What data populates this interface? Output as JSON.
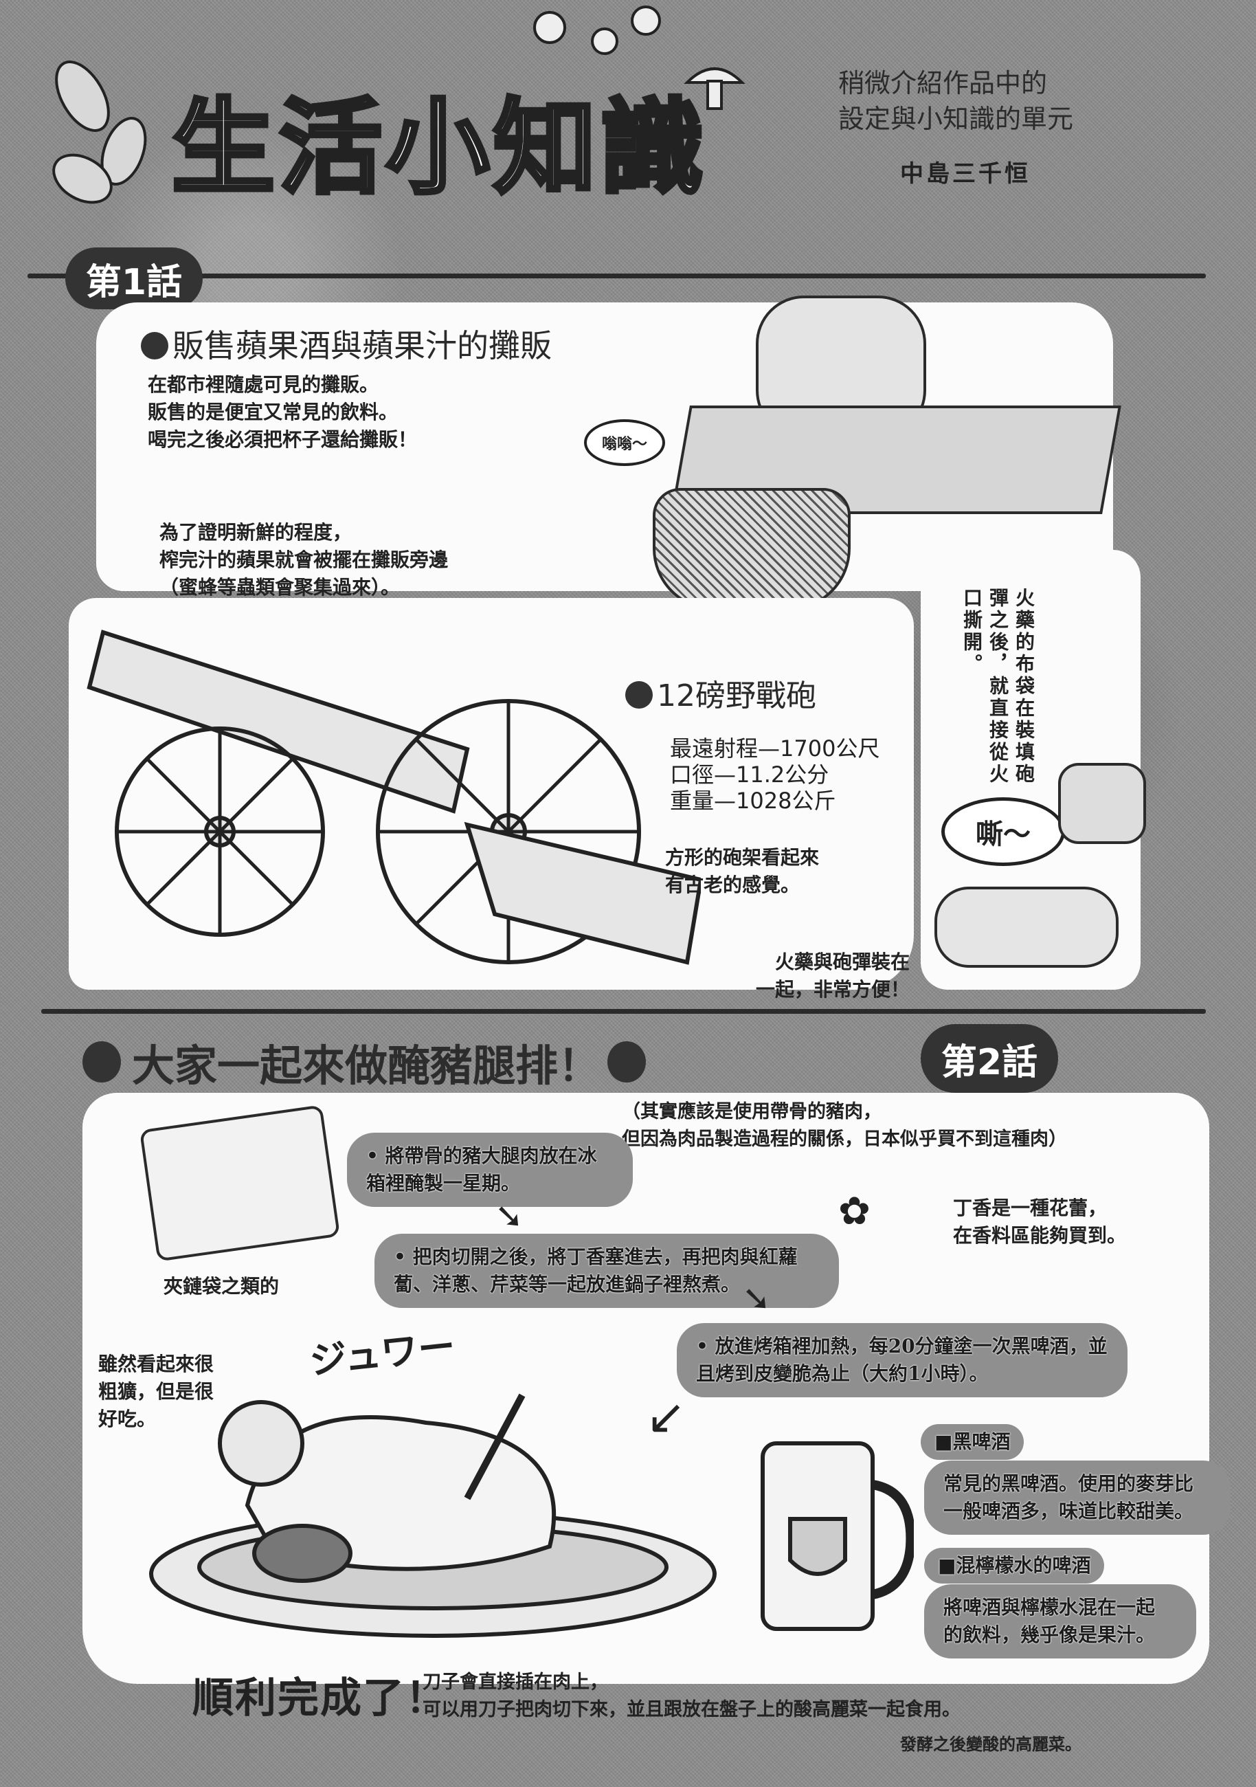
{
  "header": {
    "title": "生活小知識",
    "subtitle_lines": [
      "稍微介紹作品中的",
      "設定與小知識的單元"
    ],
    "author": "中島三千恒"
  },
  "episode1": {
    "badge": "第1話",
    "stall": {
      "heading": "販售蘋果酒與蘋果汁的攤販",
      "lines": [
        "在都市裡隨處可見的攤販。",
        "販售的是便宜又常見的飲料。",
        "喝完之後必須把杯子還給攤販！"
      ],
      "sound_effect": "嗡嗡～",
      "note_lines": [
        "為了證明新鮮的程度，",
        "榨完汁的蘋果就會被擺在攤販旁邊",
        "（蜜蜂等蟲類會聚集過來）。"
      ]
    },
    "cannon": {
      "heading": "12磅野戰砲",
      "specs": [
        {
          "label": "最遠射程",
          "value": "1700公尺"
        },
        {
          "label": "口徑",
          "value": "11.2公分"
        },
        {
          "label": "重量",
          "value": "1028公斤"
        }
      ],
      "note_lines": [
        "方形的砲架看起來",
        "有古老的感覺。"
      ],
      "vertical_note": "火藥的布袋在裝填砲彈之後，就直接從火口撕開。",
      "sound_effect": "嘶～",
      "cartridge_note_lines": [
        "火藥與砲彈裝在",
        "一起，非常方便！"
      ]
    }
  },
  "episode2": {
    "badge": "第2話",
    "heading": "大家一起來做醃豬腿排！",
    "aside_lines": [
      "（其實應該是使用帶骨的豬肉，",
      "但因為肉品製造過程的關係，日本似乎買不到這種肉）"
    ],
    "bag_caption": "夾鏈袋之類的",
    "steps": [
      "• 將帶骨的豬大腿肉放在冰箱裡醃製一星期。",
      "• 把肉切開之後，將丁香塞進去，再把肉與紅蘿蔔、洋蔥、芹菜等一起放進鍋子裡熬煮。",
      "• 放進烤箱裡加熱，每20分鐘塗一次黑啤酒，並且烤到皮變脆為止（大約1小時）。"
    ],
    "clove_note_lines": [
      "丁香是一種花蕾，",
      "在香料區能夠買到。"
    ],
    "sizzle_sfx": "ジュワー",
    "looks_note_lines": [
      "雖然看起來很",
      "粗獷，但是很",
      "好吃。"
    ],
    "beers": [
      {
        "title": "黑啤酒",
        "lines": [
          "常見的黑啤酒。使用的麥芽比",
          "一般啤酒多，味道比較甜美。"
        ]
      },
      {
        "title": "混檸檬水的啤酒",
        "lines": [
          "將啤酒與檸檬水混在一起",
          "的飲料，幾乎像是果汁。"
        ]
      }
    ],
    "finish": "順利完成了！",
    "finish_lines": [
      "刀子會直接插在肉上，",
      "可以用刀子把肉切下來，並且跟放在盤子上的酸高麗菜一起食用。"
    ],
    "footnote": "發酵之後變酸的高麗菜。"
  }
}
